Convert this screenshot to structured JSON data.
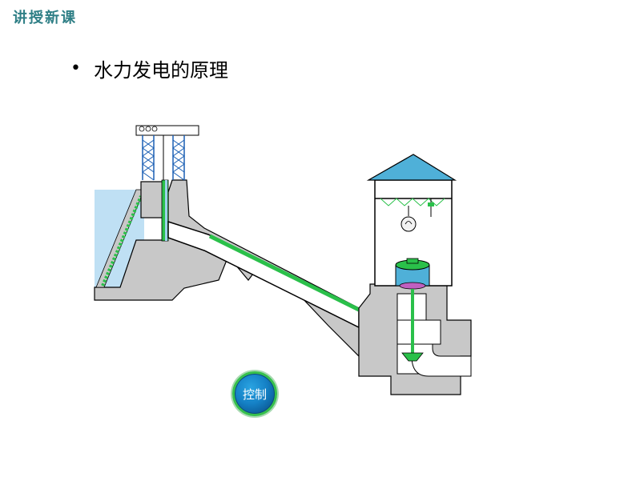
{
  "header": {
    "corner_title": "讲授新课"
  },
  "content": {
    "bullet": "•",
    "heading": "水力发电的原理"
  },
  "controls": {
    "control_button": "控制"
  },
  "colors": {
    "accent": "#2f7f86",
    "water": "#bfe0f4",
    "concrete": "#c8c8c8",
    "pipe_green": "#2ac04a",
    "roof": "#4fb0d8",
    "button": "#1581c6"
  },
  "icons": [
    "bulb-icon",
    "crane-icon",
    "turbine-icon",
    "generator-icon"
  ]
}
